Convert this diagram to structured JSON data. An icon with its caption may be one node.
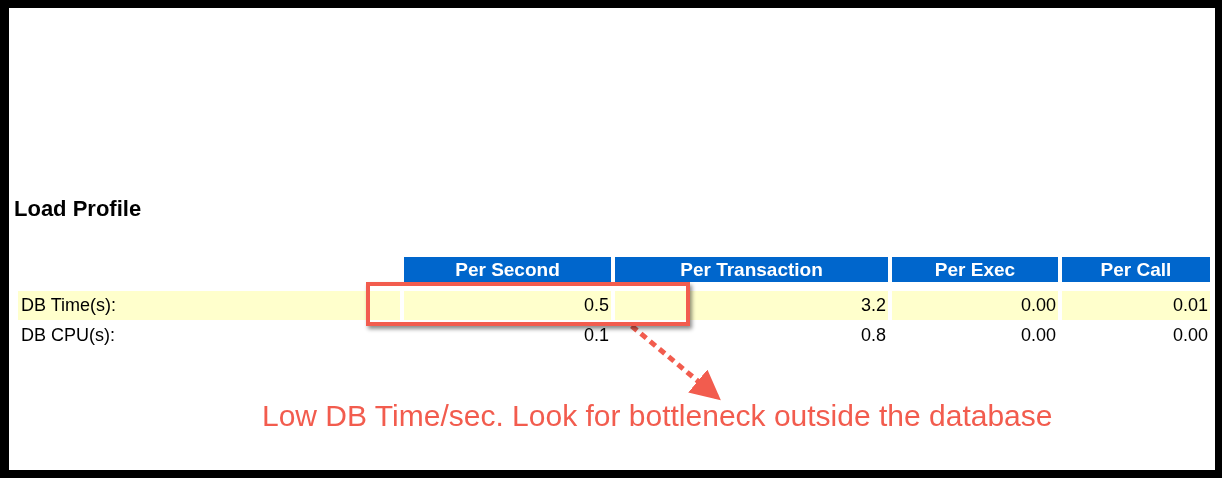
{
  "diagram": {
    "title": "Load Profile",
    "nodes": [
      {
        "text": [],
        "shape": "box"
      },
      {
        "text": [
          "Low DB Time/sec. Look for bottleneck outside the database"
        ]
      }
    ],
    "edges": [
      {
        "from": 0,
        "to": 1,
        "arrow": "to",
        "style": "dashed",
        "color": "#f25c4e"
      }
    ],
    "labels": [
      "Per Second",
      "Per Transaction",
      "Per Exec",
      "Per Call",
      "DB Time(s):",
      "0.5",
      "3.2",
      "0.00",
      "0.01",
      "DB CPU(s):",
      "0.1",
      "0.8",
      "0.00",
      "0.00"
    ]
  }
}
